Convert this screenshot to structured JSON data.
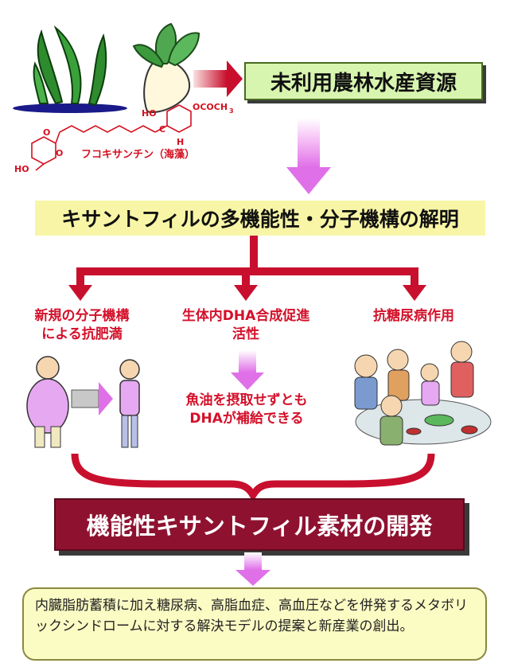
{
  "resource_label": "未利用農林水産資源",
  "fucoxanthin_label": "フコキサンチン（海藻）",
  "chem_labels": {
    "ho_top": "HO",
    "ococh3": "OCOCH",
    "sub3": "3",
    "c_center": "C",
    "h": "H",
    "o1": "O",
    "o2": "O",
    "ho_bottom": "HO"
  },
  "mechanism_label": "キサントフィルの多機能性・分子機構の解明",
  "branches": [
    {
      "lines": [
        "新規の分子機構",
        "による抗肥満"
      ]
    },
    {
      "lines": [
        "生体内DHA合成促進",
        "活性"
      ]
    },
    {
      "lines": [
        "抗糖尿病作用"
      ]
    }
  ],
  "dha_result": [
    "魚油を摂取せずとも",
    "DHAが補給できる"
  ],
  "development_label": "機能性キサントフィル素材の開発",
  "summary_text": "内臓脂肪蓄積に加え糖尿病、高脂血症、高血圧などを併発するメタボリックシンドロームに対する解決モデルの提案と新産業の創出。",
  "colors": {
    "red_arrow": "#c8102e",
    "pink_arrow": "#e070e8",
    "dev_box": "#8e1230",
    "summary_bg": "#fbfbc4",
    "mechanism_bg": "#f8f6a6",
    "resource_bg": "#d8f5b0"
  }
}
